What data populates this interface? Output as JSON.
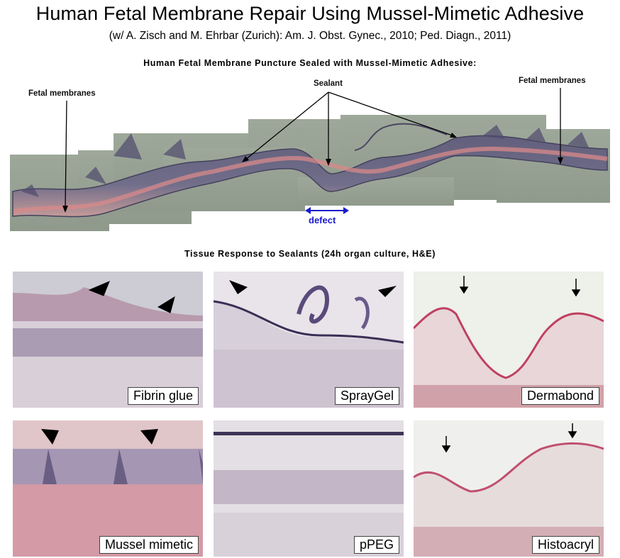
{
  "title": "Human Fetal Membrane Repair Using Mussel-Mimetic Adhesive",
  "subtitle": "(w/ A. Zisch and M. Ehrbar (Zurich): Am. J. Obst. Gynec., 2010; Ped. Diagn., 2011)",
  "section1": {
    "title": "Human Fetal Membrane Puncture Sealed with Mussel-Mimetic Adhesive:",
    "labels": {
      "fetal_left": "Fetal membranes",
      "sealant": "Sealant",
      "fetal_right": "Fetal membranes",
      "defect": "defect"
    },
    "defect_color": "#1a1ad0"
  },
  "section2": {
    "title": "Tissue Response to Sealants (24h organ culture, H&E)",
    "panels": [
      {
        "label": "Fibrin glue"
      },
      {
        "label": "SprayGel"
      },
      {
        "label": "Dermabond"
      },
      {
        "label": "Mussel mimetic"
      },
      {
        "label": "pPEG"
      },
      {
        "label": "Histoacryl"
      }
    ]
  }
}
